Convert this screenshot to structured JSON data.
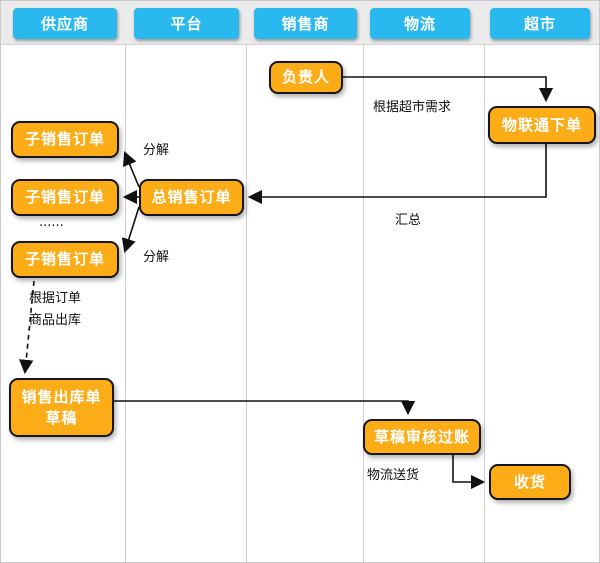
{
  "colors": {
    "header_bg": "#ebebeb",
    "lane_button": "#29b9ef",
    "node_fill": "#fbac17",
    "line": "#111111"
  },
  "lanes": [
    "供应商",
    "平台",
    "销售商",
    "物流",
    "超市"
  ],
  "nodes": {
    "manager": "负责人",
    "wlt_order": "物联通下单",
    "total_order": "总销售订单",
    "sub_order_1": "子销售订单",
    "sub_order_2": "子销售订单",
    "sub_order_3": "子销售订单",
    "outbound_line1": "销售出库单",
    "outbound_line2": "草稿",
    "draft_post": "草稿审核过账",
    "receive": "收货"
  },
  "annotations": {
    "per_demand": "根据超市需求",
    "split_1": "分解",
    "split_2": "分解",
    "ellipsis": "......",
    "summarize": "汇总",
    "per_order_line1": "根据订单",
    "per_order_line2": "商品出库",
    "delivery": "物流送货"
  }
}
